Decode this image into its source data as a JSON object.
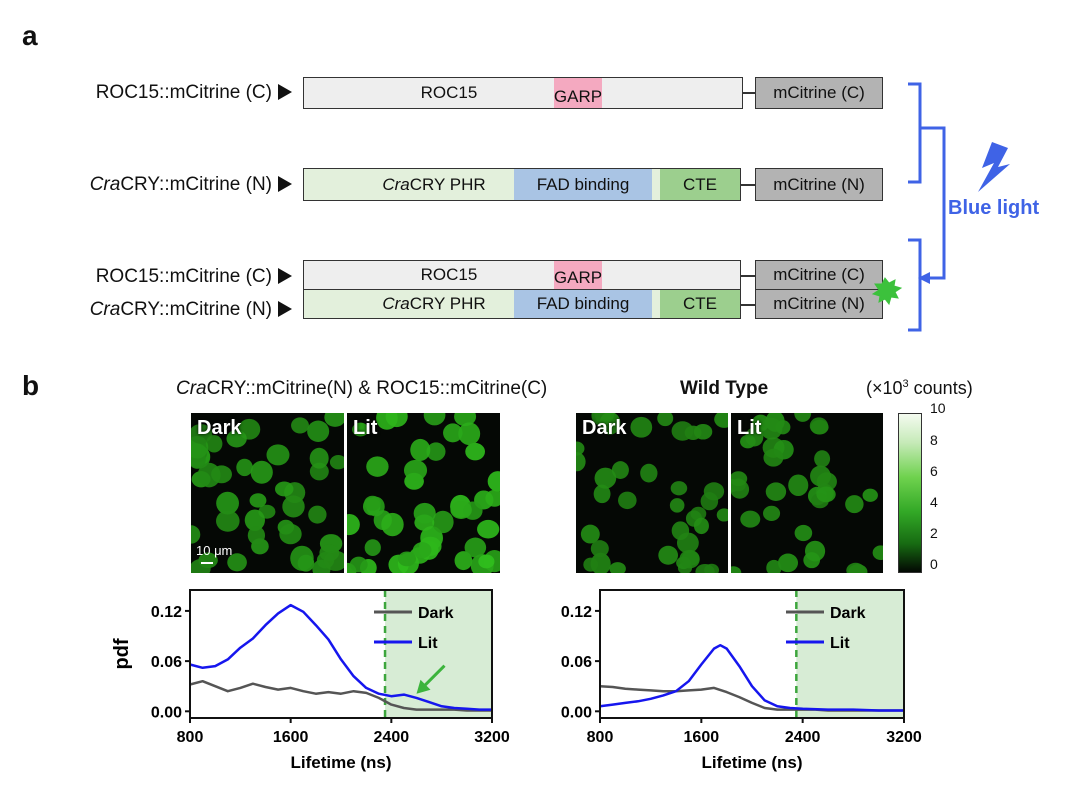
{
  "panels": {
    "a": "a",
    "b": "b"
  },
  "constructs": {
    "roc15_label_pre": "ROC15::mCitrine (C)",
    "cry_label_italic": "Cra",
    "cry_label_rest": "CRY::mCitrine (N)"
  },
  "domains": {
    "roc15": "ROC15",
    "garp": "GARP",
    "mcitrine_c": "mCitrine (C)",
    "cry_phr_italic": "Cra",
    "cry_phr_rest": "CRY PHR",
    "fad": "FAD binding",
    "cte": "CTE",
    "mcitrine_n": "mCitrine (N)"
  },
  "blue_light": "Blue light",
  "colors": {
    "roc15_bar": "#eeeeee",
    "garp": "#f4a9c0",
    "cry_bar": "#e3f0dc",
    "fad": "#a9c4e4",
    "cte": "#9ccf8e",
    "mcitrine": "#b3b3b3",
    "blue": "#3f63e6",
    "glow": "#3cc13c",
    "dashed": "#3da63d",
    "shade": "#d7ecd5",
    "dark_line": "#555555",
    "lit_line": "#1616ee"
  },
  "titles": {
    "left_italic": "Cra",
    "left_rest": "CRY::mCitrine(N) & ROC15::mCitrine(C)",
    "right": "Wild Type",
    "colorbar_pre": "(×10",
    "colorbar_sup": "3",
    "colorbar_post": " counts)"
  },
  "images": {
    "dark": "Dark",
    "lit": "Lit",
    "scale_bar": "10 μm"
  },
  "colorbar": {
    "ticks": [
      "10",
      "8",
      "6",
      "4",
      "2",
      "0"
    ],
    "range": [
      0,
      10
    ]
  },
  "chart_data": [
    {
      "type": "line",
      "xlabel": "Lifetime (ns)",
      "ylabel": "pdf",
      "xlim": [
        800,
        3200
      ],
      "ylim": [
        -0.008,
        0.145
      ],
      "xticks": [
        "800",
        "1600",
        "2400",
        "3200"
      ],
      "yticks": [
        "0.00",
        "0.06",
        "0.12"
      ],
      "dashed_x": 2350,
      "shaded_from_x": 2350,
      "annotation": "arrow pointing at Lit curve near 2600 ns",
      "legend": [
        "Dark",
        "Lit"
      ],
      "series": [
        {
          "name": "Dark",
          "x": [
            800,
            900,
            1000,
            1100,
            1200,
            1300,
            1400,
            1500,
            1600,
            1700,
            1800,
            1900,
            2000,
            2100,
            2200,
            2300,
            2400,
            2500,
            2600,
            2700,
            2800,
            2900,
            3000,
            3100,
            3200
          ],
          "values": [
            0.032,
            0.036,
            0.03,
            0.024,
            0.028,
            0.033,
            0.029,
            0.026,
            0.028,
            0.024,
            0.021,
            0.023,
            0.021,
            0.024,
            0.022,
            0.016,
            0.008,
            0.004,
            0.002,
            0.002,
            0.002,
            0.002,
            0.001,
            0.001,
            0.001
          ]
        },
        {
          "name": "Lit",
          "x": [
            800,
            900,
            1000,
            1100,
            1200,
            1300,
            1400,
            1500,
            1600,
            1700,
            1800,
            1900,
            2000,
            2100,
            2200,
            2300,
            2400,
            2500,
            2600,
            2700,
            2800,
            2900,
            3000,
            3100,
            3200
          ],
          "values": [
            0.056,
            0.052,
            0.054,
            0.062,
            0.076,
            0.087,
            0.103,
            0.117,
            0.127,
            0.119,
            0.103,
            0.086,
            0.062,
            0.042,
            0.028,
            0.021,
            0.018,
            0.02,
            0.016,
            0.011,
            0.006,
            0.004,
            0.003,
            0.002,
            0.002
          ]
        }
      ]
    },
    {
      "type": "line",
      "xlabel": "Lifetime (ns)",
      "ylabel": "",
      "xlim": [
        800,
        3200
      ],
      "ylim": [
        -0.008,
        0.145
      ],
      "xticks": [
        "800",
        "1600",
        "2400",
        "3200"
      ],
      "yticks": [
        "0.00",
        "0.06",
        "0.12"
      ],
      "dashed_x": 2350,
      "shaded_from_x": 2350,
      "legend": [
        "Dark",
        "Lit"
      ],
      "series": [
        {
          "name": "Dark",
          "x": [
            800,
            900,
            1000,
            1100,
            1200,
            1300,
            1400,
            1500,
            1600,
            1700,
            1800,
            1900,
            2000,
            2100,
            2200,
            2300,
            2400,
            2500,
            2600,
            2800,
            3000,
            3200
          ],
          "values": [
            0.03,
            0.029,
            0.027,
            0.026,
            0.025,
            0.024,
            0.024,
            0.025,
            0.026,
            0.028,
            0.023,
            0.017,
            0.01,
            0.004,
            0.002,
            0.002,
            0.002,
            0.002,
            0.001,
            0.001,
            0.001,
            0.001
          ]
        },
        {
          "name": "Lit",
          "x": [
            800,
            900,
            1000,
            1100,
            1200,
            1300,
            1400,
            1500,
            1600,
            1700,
            1750,
            1800,
            1900,
            2000,
            2100,
            2200,
            2300,
            2400,
            2600,
            2800,
            3000,
            3200
          ],
          "values": [
            0.006,
            0.008,
            0.01,
            0.012,
            0.015,
            0.019,
            0.024,
            0.036,
            0.056,
            0.075,
            0.079,
            0.075,
            0.054,
            0.03,
            0.013,
            0.006,
            0.004,
            0.003,
            0.002,
            0.002,
            0.001,
            0.001
          ]
        }
      ]
    }
  ]
}
